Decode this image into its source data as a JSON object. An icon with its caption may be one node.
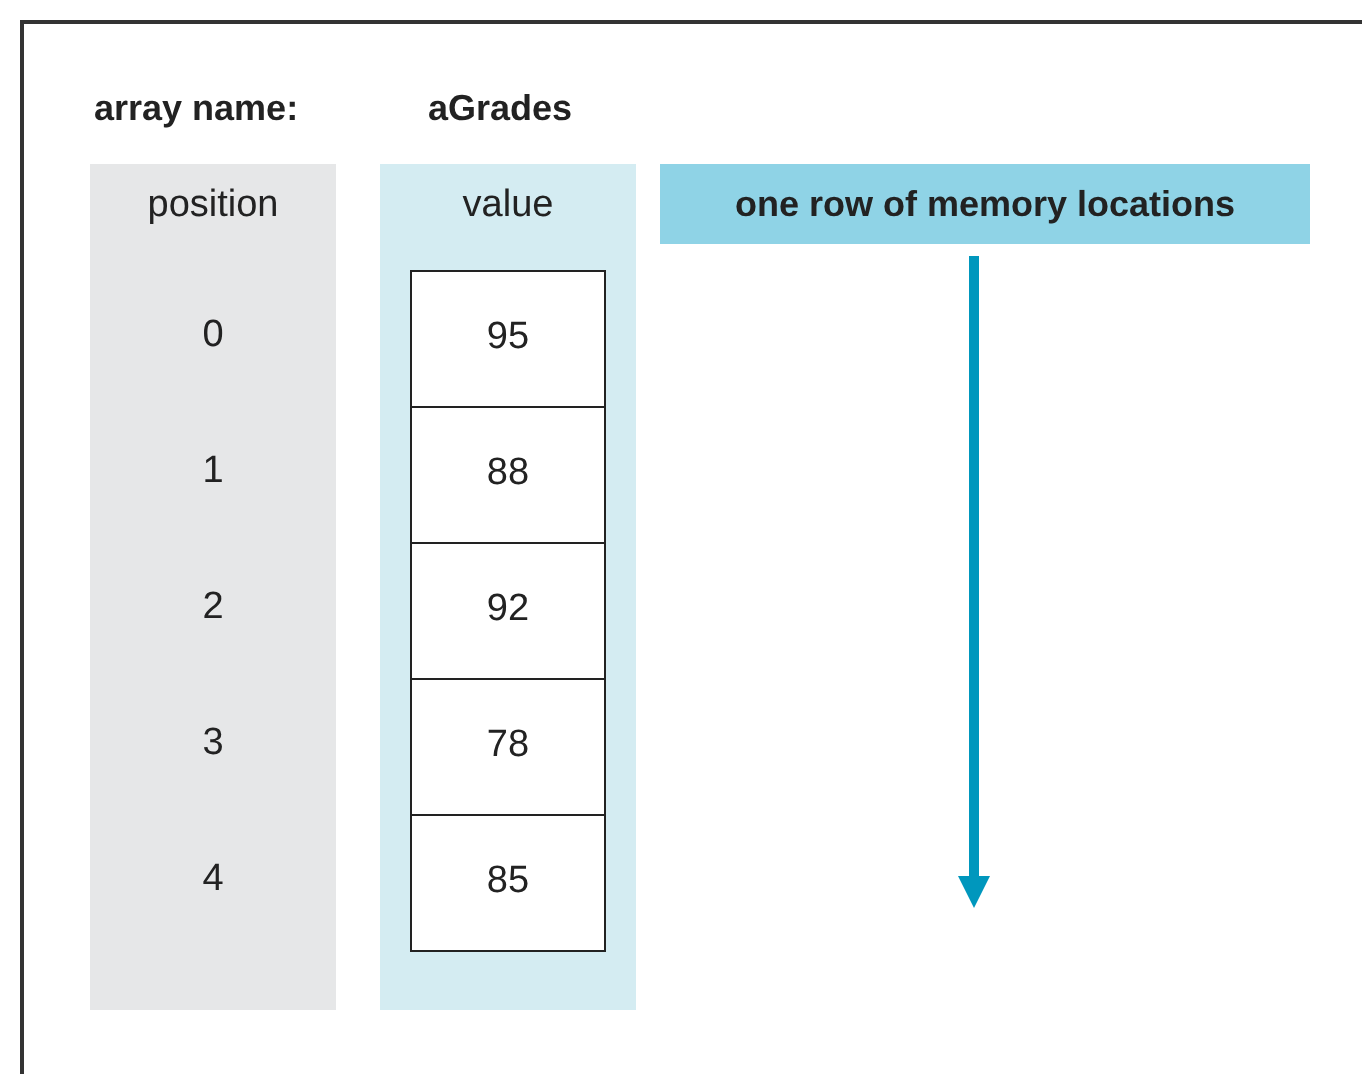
{
  "diagram": {
    "nodes": [
      {
        "text": [
          "position",
          "0",
          "1",
          "2",
          "3",
          "4"
        ]
      },
      {
        "text": [
          "value"
        ]
      },
      {
        "text": [
          "95"
        ],
        "in": 1
      },
      {
        "text": [
          "88"
        ],
        "in": 1
      },
      {
        "text": [
          "92"
        ],
        "in": 1
      },
      {
        "text": [
          "78"
        ],
        "in": 1
      },
      {
        "text": [
          "85"
        ],
        "in": 1
      },
      {
        "text": [
          "one row of memory locations"
        ]
      }
    ],
    "edges": [],
    "labels": [
      "array name:",
      "aGrades"
    ]
  }
}
